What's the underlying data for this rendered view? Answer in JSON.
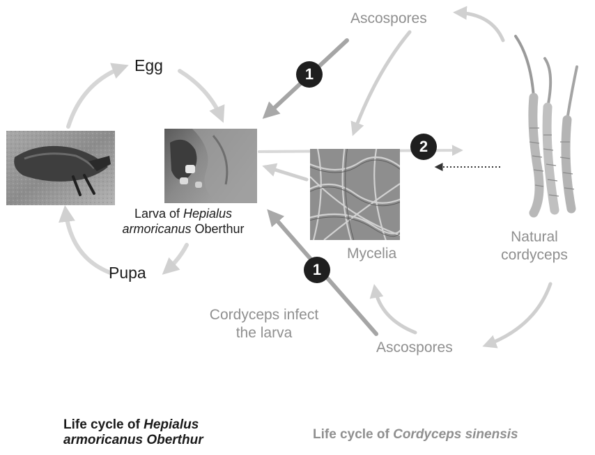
{
  "host_cycle": {
    "egg": "Egg",
    "pupa": "Pupa",
    "larva_prefix": "Larva of ",
    "larva_italic": "Hepialus",
    "larva_line2_italic": "armoricanus",
    "larva_line2_suffix": " Oberthur",
    "caption_prefix": "Life cycle of ",
    "caption_italic_1": "Hepialus",
    "caption_italic_2": "armoricanus Oberthur"
  },
  "fungus_cycle": {
    "ascospores_top": "Ascospores",
    "ascospores_bottom": "Ascospores",
    "mycelia": "Mycelia",
    "natural_line1": "Natural",
    "natural_line2": "cordyceps",
    "infect_line1": "Cordyceps infect",
    "infect_line2": "the larva",
    "caption_prefix": "Life cycle of ",
    "caption_italic": "Cordyceps sinensis"
  },
  "badges": {
    "top": "1",
    "middle": "2",
    "bottom": "1"
  },
  "colors": {
    "dark_text": "#1a1a1a",
    "gray_text": "#8f8f8f",
    "host_arrow": "#d4d4d4",
    "fungus_arrow": "#c8c8c8",
    "infection_arrow": "#a5a5a5",
    "badge": "#1f1f1f"
  }
}
